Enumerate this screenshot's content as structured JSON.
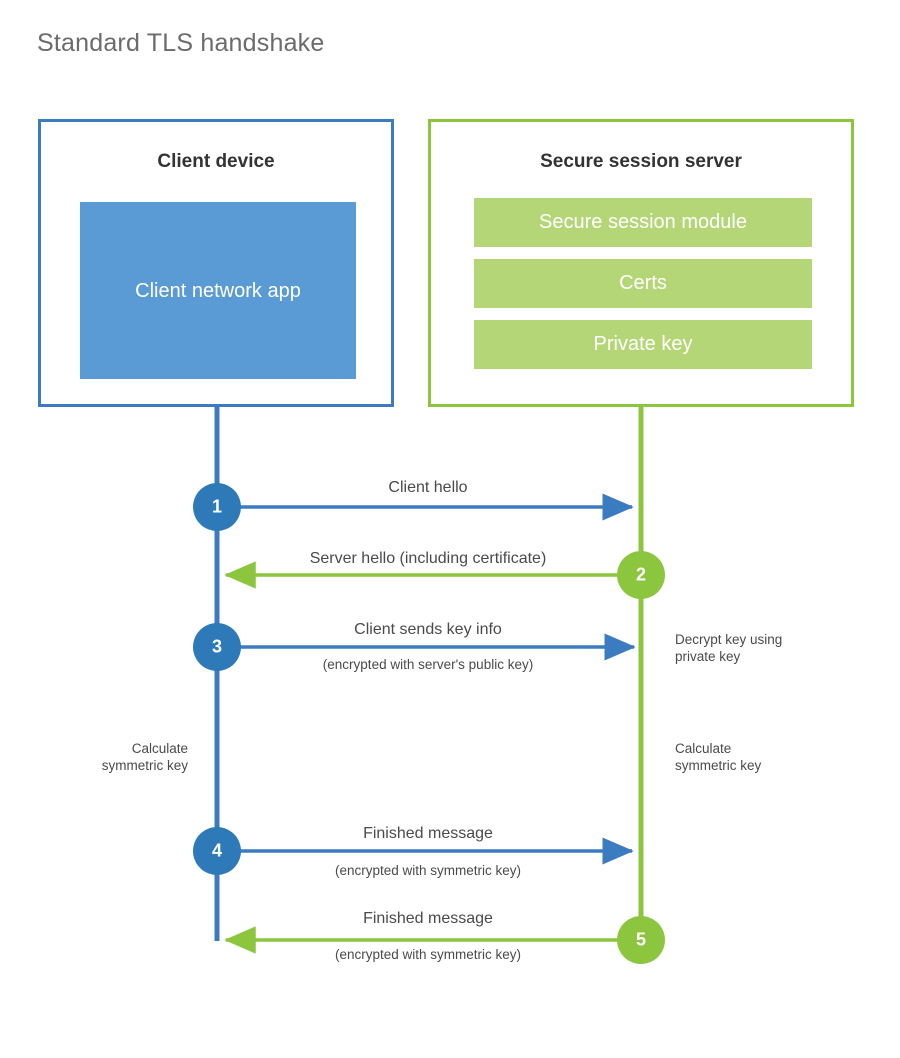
{
  "title": "Standard TLS handshake",
  "colors": {
    "client_blue": "#3b7cc0",
    "client_app_blue": "#5b9bd5",
    "server_green": "#8cc63f",
    "server_bar_green": "#b5d677",
    "text_gray": "#4a4a4a",
    "title_gray": "#6b6b6b"
  },
  "client": {
    "title": "Client device",
    "app_label": "Client network app"
  },
  "server": {
    "title": "Secure session server",
    "modules": [
      "Secure session module",
      "Certs",
      "Private key"
    ]
  },
  "steps": [
    {
      "number": "1",
      "label": "Client hello",
      "sub": "",
      "direction": "client-to-server",
      "color": "#3b7cc0"
    },
    {
      "number": "2",
      "label": "Server hello (including certificate)",
      "sub": "",
      "direction": "server-to-client",
      "color": "#8cc63f"
    },
    {
      "number": "3",
      "label": "Client sends key info",
      "sub": "(encrypted with server's public key)",
      "direction": "client-to-server",
      "color": "#3b7cc0"
    },
    {
      "number": "4",
      "label": "Finished message",
      "sub": "(encrypted with symmetric key)",
      "direction": "client-to-server",
      "color": "#3b7cc0"
    },
    {
      "number": "5",
      "label": "Finished message",
      "sub": "(encrypted with symmetric key)",
      "direction": "server-to-client",
      "color": "#8cc63f"
    }
  ],
  "notes": {
    "decrypt_key": "Decrypt key using\nprivate key",
    "calculate_symmetric_key_client": "Calculate\nsymmetric key",
    "calculate_symmetric_key_server": "Calculate\nsymmetric key"
  }
}
